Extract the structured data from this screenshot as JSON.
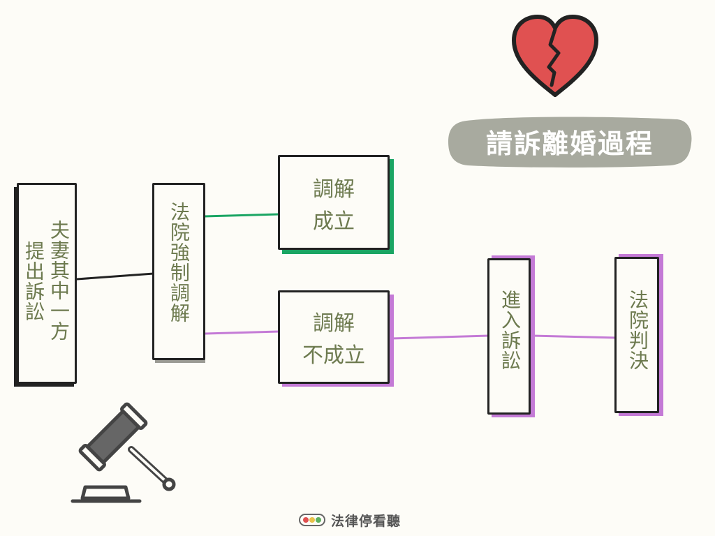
{
  "title": "請訴離婚過程",
  "nodes": {
    "start": "夫妻其中一方提出訴訟",
    "start_col1": "夫妻其中一方",
    "start_col2": "提出訴訟",
    "mediation": "法院強制調解",
    "success_line1": "調解",
    "success_line2": "成立",
    "fail_line1": "調解",
    "fail_line2": "不成立",
    "litigation": "進入訴訟",
    "judgment": "法院判決"
  },
  "footer": {
    "label": "法律停看聽",
    "icon": "traffic-light-icon"
  },
  "icons": {
    "heart": "broken-heart-icon",
    "gavel": "gavel-icon"
  },
  "colors": {
    "background": "#fdfcf7",
    "text": "#6d7a4f",
    "success_line": "#1aa563",
    "fail_line": "#c47ad6",
    "title_bg": "#a8aa9f",
    "heart": "#e05151",
    "box_border": "#222222"
  }
}
